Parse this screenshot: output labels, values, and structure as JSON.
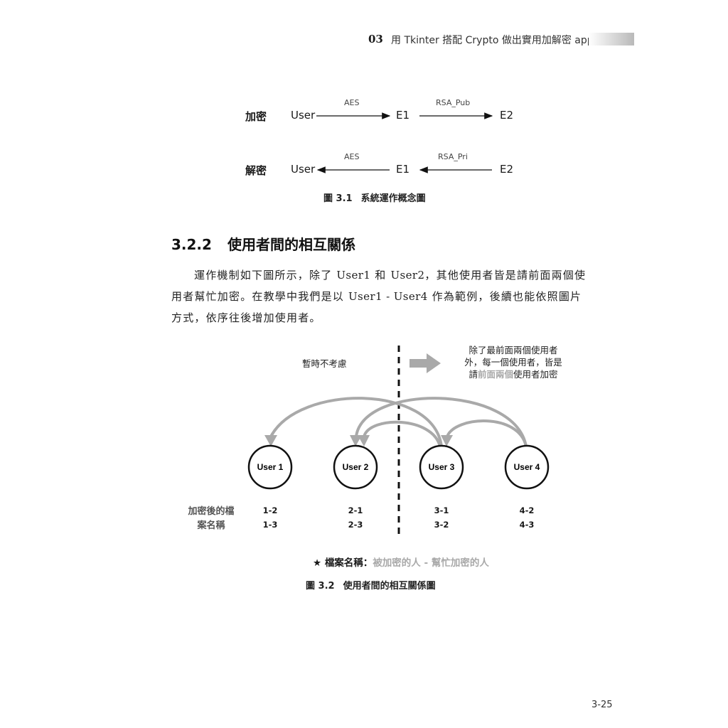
{
  "header": {
    "chapter": "03",
    "title": "用 Tkinter 搭配 Crypto 做出實用加解密 app"
  },
  "figure_3_1": {
    "encrypt": {
      "label": "加密",
      "nodes": [
        "User",
        "E1",
        "E2"
      ],
      "arrow1_label": "AES",
      "arrow2_label": "RSA_Pub"
    },
    "decrypt": {
      "label": "解密",
      "nodes": [
        "User",
        "E1",
        "E2"
      ],
      "arrow1_label": "AES",
      "arrow2_label": "RSA_Pri"
    },
    "caption_number": "圖 3.1",
    "caption_text": "系統運作概念圖"
  },
  "section": {
    "number": "3.2.2",
    "title": "使用者間的相互關係"
  },
  "paragraph": {
    "p1": "運作機制如下圖所示，除了 ",
    "u1": "User1",
    "p2": " 和 ",
    "u2": "User2",
    "p3": "，其他使用者皆是請前面兩個使用者幫忙加密。在教學中我們是以 ",
    "u3": "User1 - User4",
    "p4": " 作為範例，後續也能依照圖片方式，依序往後增加使用者。"
  },
  "figure_3_2": {
    "left_note": "暫時不考慮",
    "right_note_line1": "除了最前面兩個使用者",
    "right_note_line2": "外，每一個使用者，皆是",
    "right_note_line3_prefix": "請",
    "right_note_line3_highlight": "前面兩個",
    "right_note_line3_suffix": "使用者加密",
    "users": [
      "User 1",
      "User 2",
      "User 3",
      "User 4"
    ],
    "row_label": "加密後的檔案名稱",
    "filenames": [
      [
        "1-2",
        "1-3"
      ],
      [
        "2-1",
        "2-3"
      ],
      [
        "3-1",
        "3-2"
      ],
      [
        "4-2",
        "4-3"
      ]
    ],
    "legend_star": "★",
    "legend_label": "檔案名稱：",
    "legend_highlight": "被加密的人 - 幫忙加密的人",
    "caption_number": "圖 3.2",
    "caption_text": "使用者間的相互關係圖",
    "colors": {
      "arrow_gray": "#a9a9a9",
      "text_gray": "#a9a9a9"
    }
  },
  "page_number": "3-25"
}
